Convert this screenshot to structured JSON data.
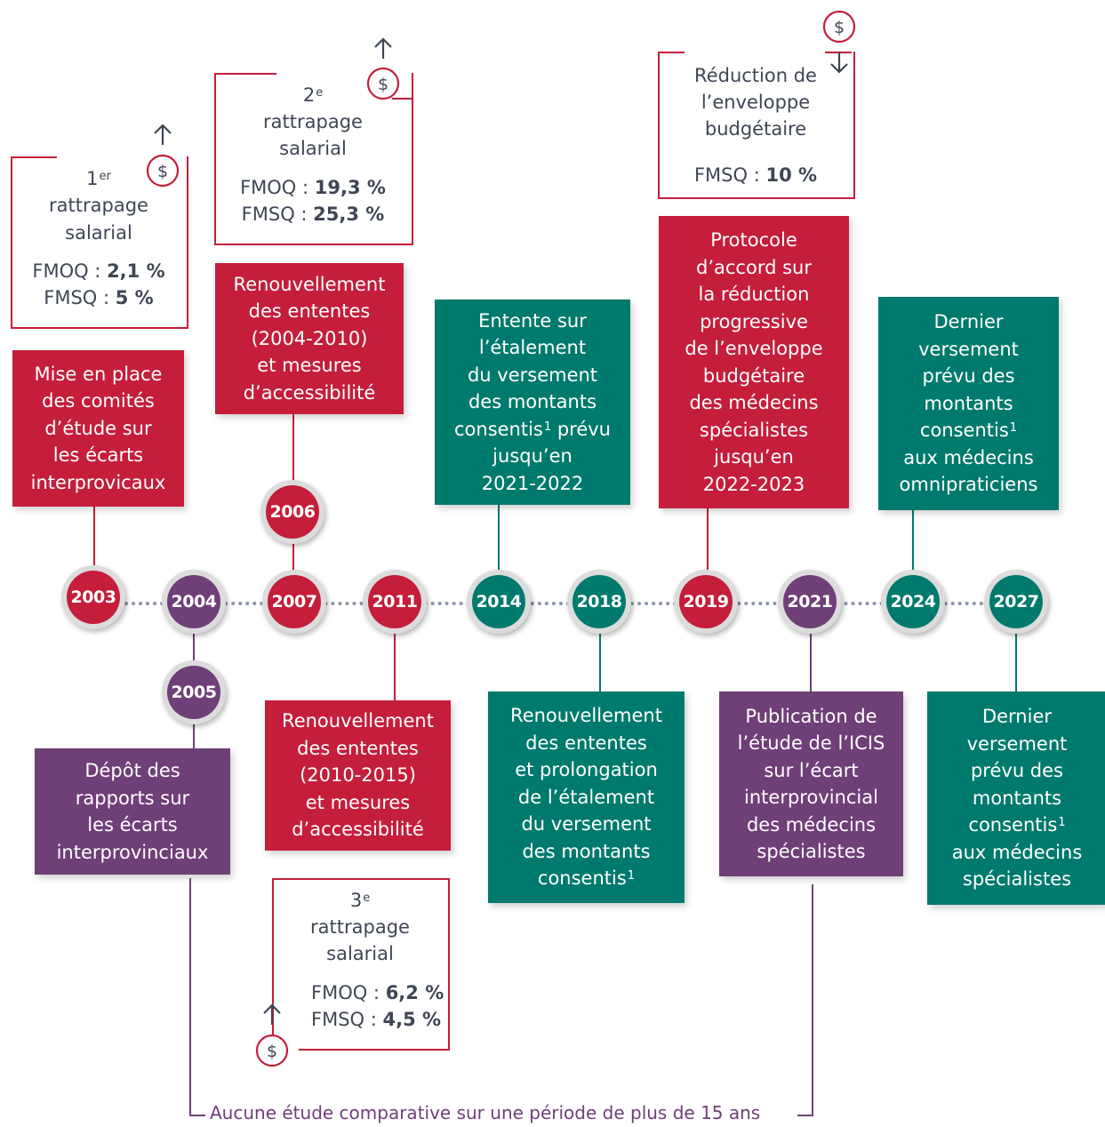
{
  "colors": {
    "red": "#c41e3a",
    "teal": "#017a6e",
    "purple": "#6f3f77",
    "dots": "#8b95a6",
    "text": "#3f4654"
  },
  "years": [
    "2003",
    "2004",
    "2007",
    "2011",
    "2014",
    "2018",
    "2019",
    "2021",
    "2024",
    "2027"
  ],
  "extra_years": [
    "2006",
    "2005"
  ],
  "events": {
    "e2003": "Mise en place\ndes comités\nd’étude sur\nles écarts\ninterprovicaux",
    "e2007": "Renouvellement\ndes ententes\n(2004-2010)\net mesures\nd’accessibilité",
    "e2014_a": "Entente sur\nl’étalement\ndu versement\ndes montants\nconsentis",
    "e2014_b": " prévu\njusqu’en\n2021-2022",
    "e2019": "Protocole\nd’accord sur\nla réduction\nprogressive\nde l’enveloppe\nbudgétaire\ndes médecins\nspécialistes\njusqu’en\n2022-2023",
    "e2024_a": "Dernier\nversement\nprévu des\nmontants\nconsentis",
    "e2024_b": "\naux médecins\nomnipraticiens",
    "e2005": "Dépôt des\nrapports sur\nles écarts\ninterprovinciaux",
    "e2011": "Renouvellement\ndes ententes\n(2010-2015)\net mesures\nd’accessibilité",
    "e2018_a": "Renouvellement\ndes ententes\net prolongation\nde l’étalement\ndu versement\ndes montants\nconsentis",
    "e2021": "Publication de\nl’étude de l’ICIS\nsur l’écart\ninterprovincial\ndes médecins\nspécialistes",
    "e2027_a": "Dernier\nversement\nprévu des\nmontants\nconsentis",
    "e2027_b": "\naux médecins\nspécialistes",
    "footnote_mark": "1"
  },
  "brackets": {
    "b1": {
      "num": "1",
      "sup": "er",
      "label": "rattrapage\nsalarial",
      "l1": "FMOQ : ",
      "v1": "2,1 %",
      "l2": "FMSQ : ",
      "v2": "5 %"
    },
    "b2": {
      "num": "2",
      "sup": "e",
      "label": "rattrapage\nsalarial",
      "l1": "FMOQ : ",
      "v1": "19,3 %",
      "l2": "FMSQ : ",
      "v2": "25,3 %"
    },
    "b3": {
      "num": "3",
      "sup": "e",
      "label": "rattrapage\nsalarial",
      "l1": "FMOQ : ",
      "v1": "6,2 %",
      "l2": "FMSQ : ",
      "v2": "4,5 %"
    },
    "b4": {
      "label": "Réduction de\nl’enveloppe\nbudgétaire",
      "l1": "FMSQ : ",
      "v1": "10 %"
    }
  },
  "icons": {
    "up": "dollar-up-icon",
    "down": "dollar-down-icon"
  },
  "footer": "Aucune étude comparative sur une période de plus de 15 ans"
}
